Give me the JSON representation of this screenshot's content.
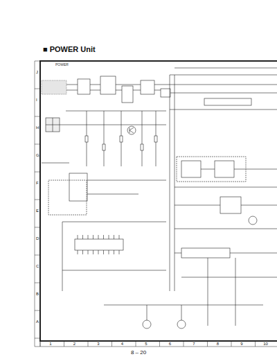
{
  "diagram": {
    "title": "■ POWER Unit",
    "caption": "8 – 20",
    "labels": [
      "POWER",
      "J",
      "I",
      "H",
      "G",
      "F",
      "E",
      "D",
      "C",
      "B",
      "A",
      "1",
      "2",
      "3",
      "4",
      "5",
      "6",
      "7",
      "8",
      "9",
      "10"
    ]
  }
}
